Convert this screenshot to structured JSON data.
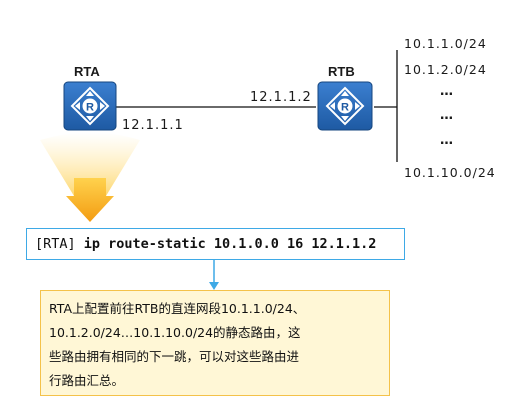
{
  "routers": {
    "rta": {
      "name": "RTA",
      "ip": "12.1.1.1",
      "icon": "router-icon"
    },
    "rtb": {
      "name": "RTB",
      "ip": "12.1.1.2",
      "icon": "router-icon"
    }
  },
  "networks": [
    "10.1.1.0/24",
    "10.1.2.0/24",
    "…",
    "…",
    "…",
    "10.1.10.0/24"
  ],
  "command": {
    "prompt": "[RTA]",
    "text": "ip route-static 10.1.0.0 16 12.1.1.2"
  },
  "note": {
    "lines": [
      "RTA上配置前往RTB的直连网段10.1.1.0/24、",
      "10.1.2.0/24…10.1.10.0/24的静态路由，这",
      "些路由拥有相同的下一跳，可以对这些路由进",
      "行路由汇总。"
    ]
  },
  "colors": {
    "router_fill": "#2366b3",
    "command_border": "#3ea9e6",
    "note_border": "#f4c24a",
    "note_fill": "#fff7d6",
    "arrow_orange": "#f5a623",
    "connector_blue": "#3ea9e6"
  }
}
